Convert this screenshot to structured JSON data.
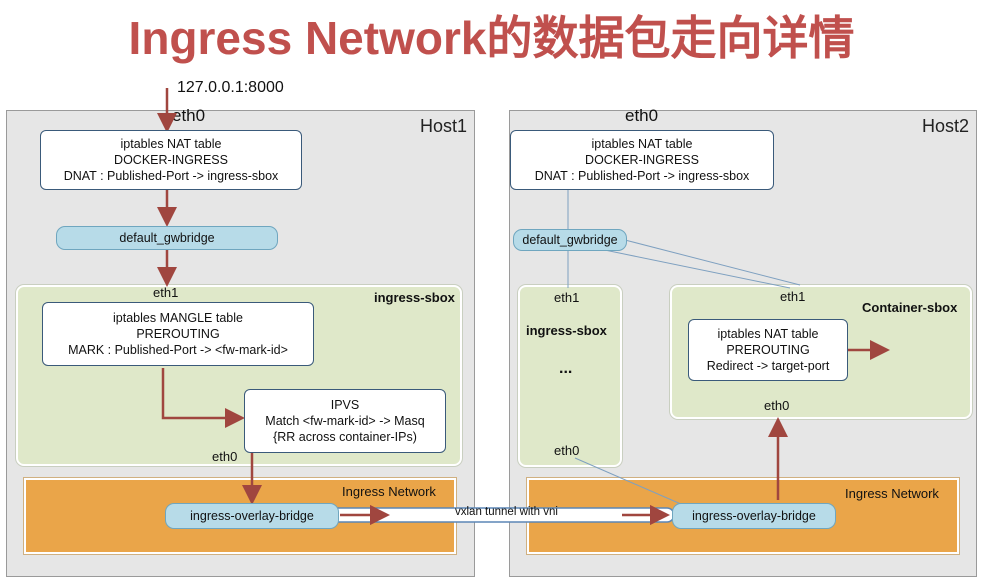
{
  "title": "Ingress Network的数据包走向详情",
  "entry_address": "127.0.0.1:8000",
  "host1": {
    "label": "Host1",
    "eth0": "eth0",
    "nat_box": [
      "iptables NAT table",
      "DOCKER-INGRESS",
      "DNAT : Published-Port -> ingress-sbox"
    ],
    "gwbridge": "default_gwbridge",
    "sbox": {
      "label": "ingress-sbox",
      "eth1": "eth1",
      "eth0": "eth0",
      "mangle_box": [
        "iptables MANGLE table",
        "PREROUTING",
        "MARK : Published-Port -> <fw-mark-id>"
      ],
      "ipvs_box": [
        "IPVS",
        "Match <fw-mark-id> -> Masq",
        "{RR across container-IPs)"
      ]
    },
    "network": {
      "label": "Ingress Network",
      "bridge": "ingress-overlay-bridge"
    }
  },
  "host2": {
    "label": "Host2",
    "eth0": "eth0",
    "nat_box": [
      "iptables NAT table",
      "DOCKER-INGRESS",
      "DNAT : Published-Port -> ingress-sbox"
    ],
    "gwbridge": "default_gwbridge",
    "sbox": {
      "label": "ingress-sbox",
      "eth1": "eth1",
      "dots": "...",
      "eth0": "eth0"
    },
    "container": {
      "label": "Container-sbox",
      "eth1": "eth1",
      "eth0": "eth0",
      "nat_box": [
        "iptables NAT table",
        "PREROUTING",
        "Redirect -> target-port"
      ]
    },
    "network": {
      "label": "Ingress Network",
      "bridge": "ingress-overlay-bridge"
    }
  },
  "tunnel_label": "vxlan tunnel with vni",
  "colors": {
    "title": "#c0504d",
    "arrow": "#a0463f",
    "host_bg": "#e6e6e6",
    "sbox_bg": "#dfe8c9",
    "net_bg": "#eaa549",
    "pill_bg": "#b7dbe8"
  }
}
